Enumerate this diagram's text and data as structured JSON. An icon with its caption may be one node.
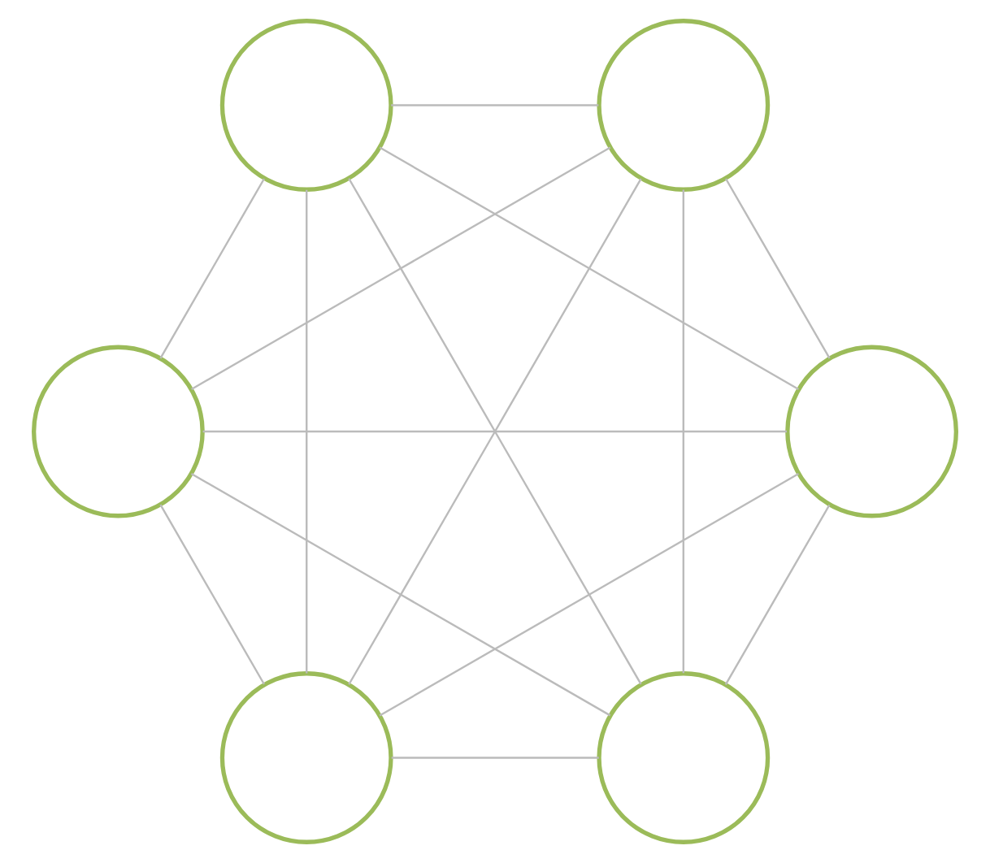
{
  "diagram": {
    "nodes": [
      {
        "text": [],
        "shape": "circle"
      },
      {
        "text": [],
        "shape": "circle"
      },
      {
        "text": [],
        "shape": "circle"
      },
      {
        "text": [],
        "shape": "circle"
      },
      {
        "text": [],
        "shape": "circle"
      },
      {
        "text": [],
        "shape": "circle"
      }
    ],
    "edges": [
      {
        "from": 0,
        "to": 1,
        "arrow": "none"
      },
      {
        "from": 0,
        "to": 2,
        "arrow": "none"
      },
      {
        "from": 0,
        "to": 3,
        "arrow": "none"
      },
      {
        "from": 0,
        "to": 4,
        "arrow": "none"
      },
      {
        "from": 0,
        "to": 5,
        "arrow": "none"
      },
      {
        "from": 1,
        "to": 2,
        "arrow": "none"
      },
      {
        "from": 1,
        "to": 3,
        "arrow": "none"
      },
      {
        "from": 1,
        "to": 4,
        "arrow": "none"
      },
      {
        "from": 1,
        "to": 5,
        "arrow": "none"
      },
      {
        "from": 2,
        "to": 3,
        "arrow": "none"
      },
      {
        "from": 2,
        "to": 4,
        "arrow": "none"
      },
      {
        "from": 2,
        "to": 5,
        "arrow": "none"
      },
      {
        "from": 3,
        "to": 4,
        "arrow": "none"
      },
      {
        "from": 3,
        "to": 5,
        "arrow": "none"
      },
      {
        "from": 4,
        "to": 5,
        "arrow": "none"
      }
    ]
  }
}
